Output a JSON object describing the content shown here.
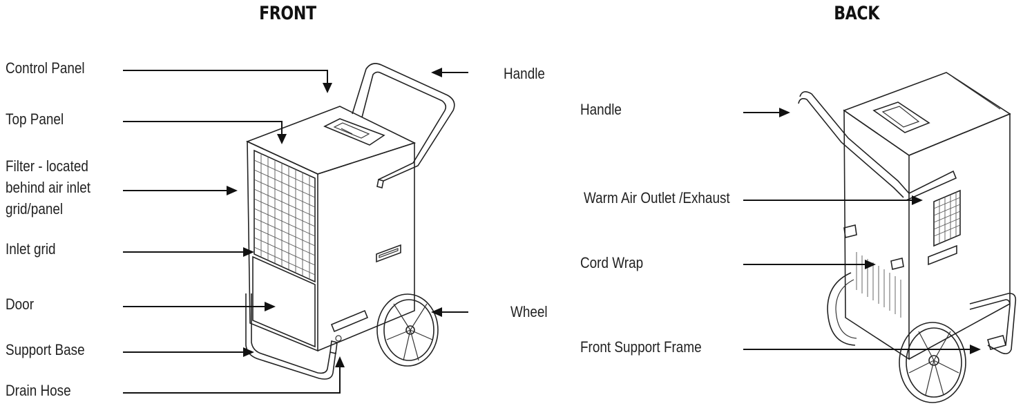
{
  "headings": {
    "front": "FRONT",
    "back": "BACK"
  },
  "front_labels": {
    "control_panel": "Control Panel",
    "top_panel": "Top Panel",
    "filter_line1": "Filter - located",
    "filter_line2": "behind air inlet",
    "filter_line3": "grid/panel",
    "inlet_grid": "Inlet grid",
    "door": "Door",
    "support_base": "Support Base",
    "drain_hose": "Drain Hose",
    "handle": "Handle",
    "wheel": "Wheel"
  },
  "back_labels": {
    "handle": "Handle",
    "warm_air_outlet": "Warm Air Outlet /Exhaust",
    "cord_wrap": "Cord Wrap",
    "front_support_frame": "Front Support Frame"
  },
  "icons": {
    "front_unit": "dehumidifier-front-illustration",
    "back_unit": "dehumidifier-back-illustration"
  }
}
